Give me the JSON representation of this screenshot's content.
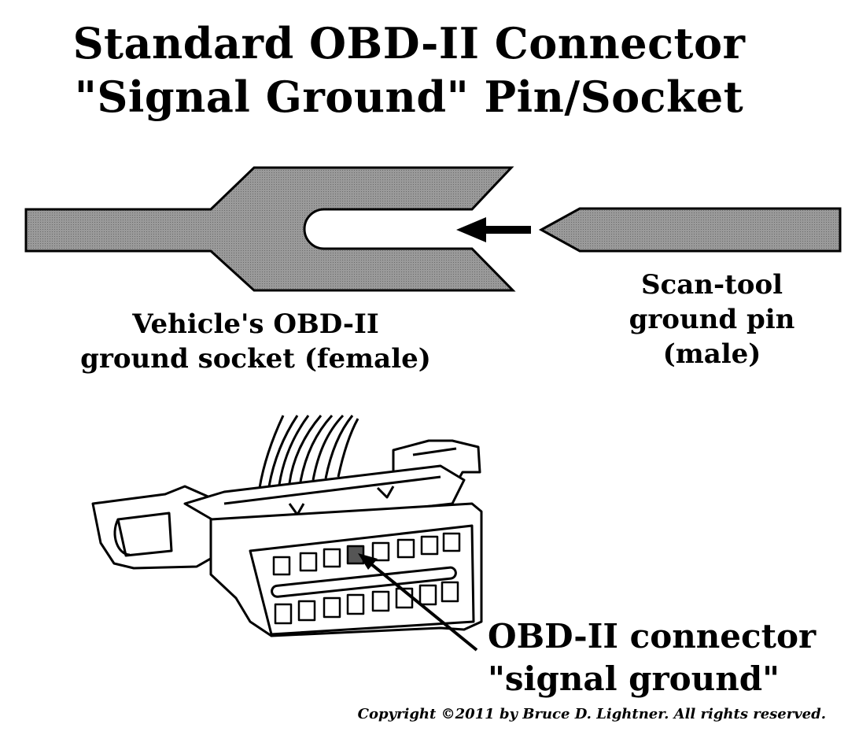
{
  "title": {
    "line1": "Standard OBD-II Connector",
    "line2": "\"Signal Ground\" Pin/Socket"
  },
  "labels": {
    "socket_line1": "Vehicle's OBD-II",
    "socket_line2": "ground socket (female)",
    "pin_line1": "Scan-tool",
    "pin_line2": "ground pin",
    "pin_line3": "(male)",
    "connector_line1": "OBD-II connector",
    "connector_line2": "\"signal ground\""
  },
  "copyright": "Copyright ©2011 by Bruce D. Lightner. All rights reserved.",
  "colors": {
    "socket_fill": "#8a8a8a",
    "pin_fill": "#8a8a8a",
    "highlight_pin": "#555555",
    "line": "#000000"
  }
}
